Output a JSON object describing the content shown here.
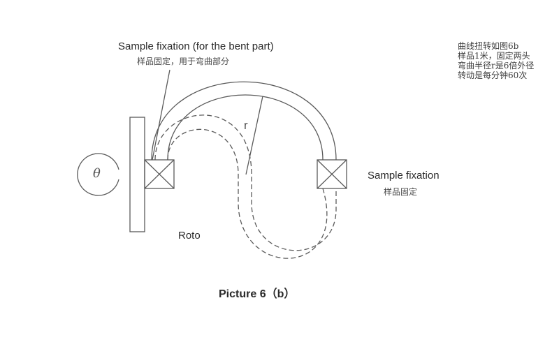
{
  "figure": {
    "caption": "Picture 6（b）",
    "labels": {
      "bent_fixation_en": "Sample fixation (for the bent part)",
      "bent_fixation_zh": "样品固定，用于弯曲部分",
      "end_fixation_en": "Sample fixation",
      "end_fixation_zh": "样品固定",
      "rotor": "Roto",
      "radius_symbol": "r",
      "angle_symbol": "θ"
    },
    "notes": [
      "曲线扭转如图6b",
      "样品1米，固定两头",
      "弯曲半径r是6倍外径",
      "转动是每分钟60次"
    ]
  },
  "colors": {
    "background": "#ffffff",
    "line": "#555555",
    "text": "#2a2a2a"
  }
}
